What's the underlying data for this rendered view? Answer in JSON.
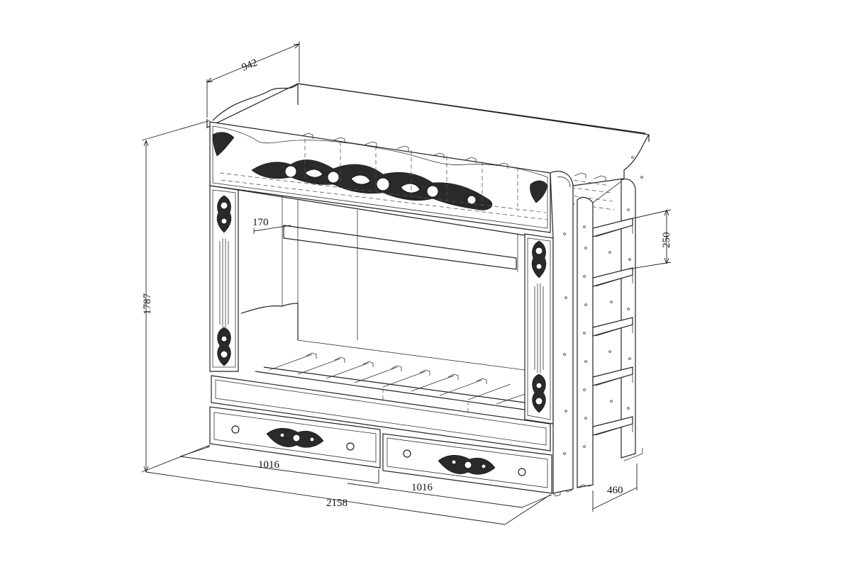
{
  "dimensions": {
    "depth_top": "942",
    "height": "1787",
    "length": "2158",
    "drawer_left": "1016",
    "drawer_right": "1016",
    "shelf": "170",
    "ladder_step": "250",
    "ladder_depth": "460"
  }
}
